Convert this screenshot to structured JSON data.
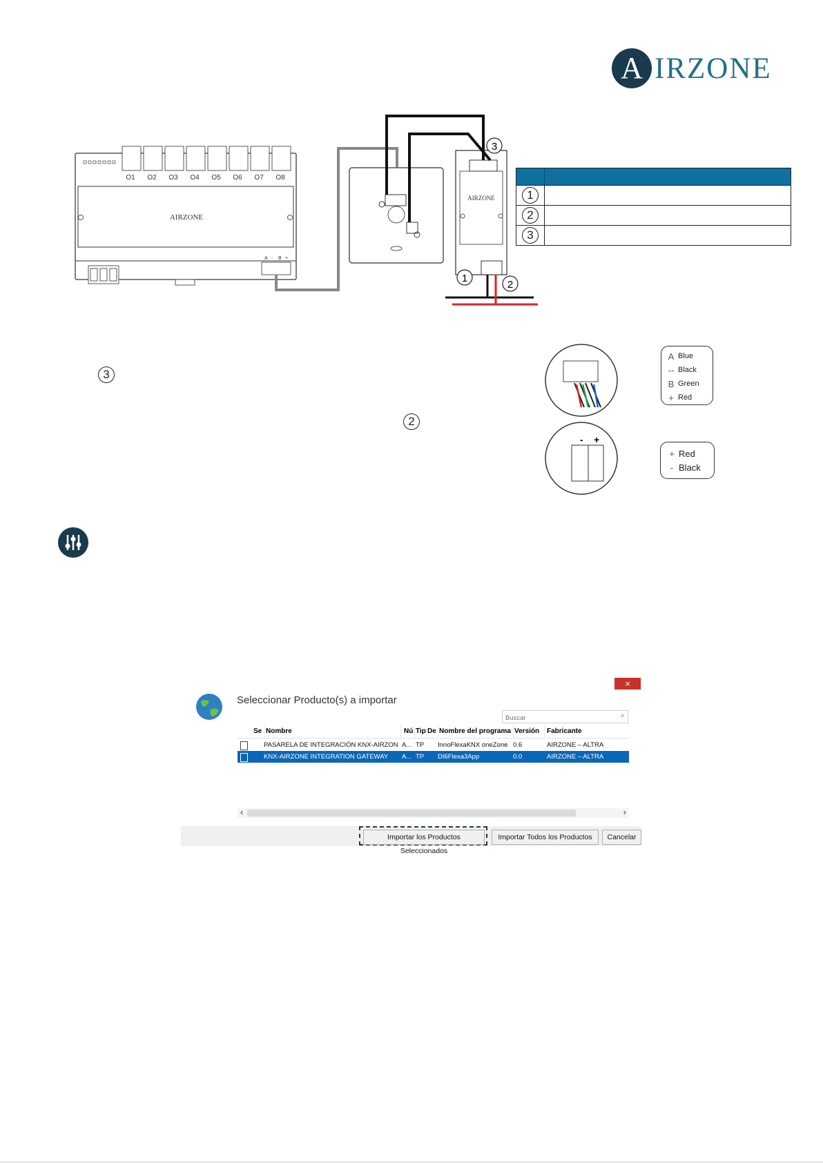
{
  "brand": {
    "logo_letter": "A",
    "logo_text": "IRZONE"
  },
  "controller": {
    "brand_label": "AIRZONE",
    "outputs": [
      "O1",
      "O2",
      "O3",
      "O4",
      "O5",
      "O6",
      "O7",
      "O8"
    ],
    "bus_terminal_labels": [
      "A",
      "-",
      "B",
      "+"
    ]
  },
  "gateway": {
    "brand_label": "AIRZONE"
  },
  "markers": {
    "m1": "1",
    "m2": "2",
    "m3": "3"
  },
  "legend": {
    "rows": [
      "1",
      "2",
      "3"
    ]
  },
  "wire_colors": {
    "items": [
      {
        "sym": "A",
        "label": "Blue"
      },
      {
        "sym": "--",
        "label": "Black"
      },
      {
        "sym": "B",
        "label": "Green"
      },
      {
        "sym": "+",
        "label": "Red"
      }
    ],
    "power": [
      {
        "sym": "+",
        "label": "Red"
      },
      {
        "sym": "-",
        "label": "Black"
      }
    ]
  },
  "dialog": {
    "close_icon": "×",
    "title": "Seleccionar Producto(s) a importar",
    "search_placeholder": "Buscar",
    "columns": [
      "Se",
      "Nombre",
      "Nú",
      "Tip",
      "De",
      "Nombre del programa",
      "Versión",
      "Fabricante"
    ],
    "rows": [
      {
        "nombre": "PASARELA DE INTEGRACIÓN KNX-AIRZONE",
        "nu": "A...",
        "tip": "TP",
        "programa": "InnoFlexaKNX oneZone",
        "version": "0.6",
        "fabricante": "AIRZONE – ALTRA",
        "selected": false
      },
      {
        "nombre": "KNX-AIRZONE INTEGRATION GATEWAY",
        "nu": "A...",
        "tip": "TP",
        "programa": "DI6Flexa3App",
        "version": "0.0",
        "fabricante": "AIRZONE – ALTRA",
        "selected": true
      }
    ],
    "scroll_left": "‹",
    "scroll_right": "›",
    "buttons": {
      "import_selected": "Importar los Productos Seleccionados",
      "import_all": "Importar Todos los Productos",
      "cancel": "Cancelar"
    }
  },
  "colors": {
    "accent": "#1070a0",
    "selection": "#0a67b8",
    "logo_dark": "#1a3a4d",
    "close_red": "#c9312c"
  }
}
